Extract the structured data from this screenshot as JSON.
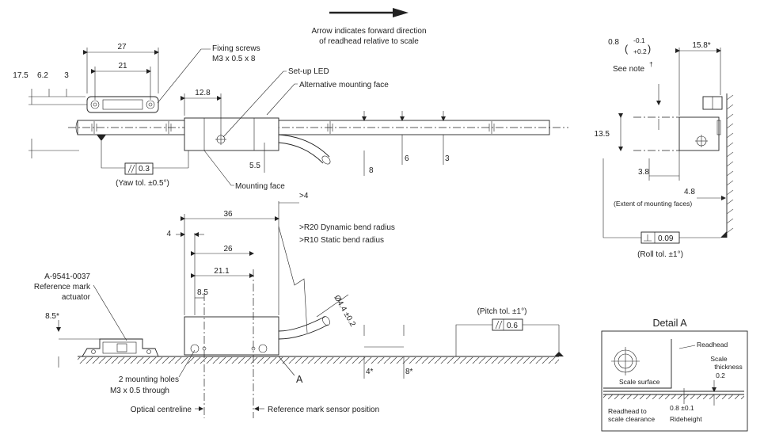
{
  "arrow_note": [
    "Arrow indicates forward direction",
    "of readhead relative to scale"
  ],
  "dims_top": {
    "d27": "27",
    "d21": "21",
    "d17_5": "17.5",
    "d6_2": "6.2",
    "d3": "3",
    "d12_8": "12.8",
    "d5_5": "5.5",
    "d8": "8",
    "d6": "6",
    "d3b": "3",
    "d13_5": "13.5"
  },
  "labels_top": {
    "fixing_screws": [
      "Fixing screws",
      "M3 x 0.5 x 8"
    ],
    "setup_led": "Set-up LED",
    "alt_face": "Alternative mounting face",
    "mounting_face": "Mounting face",
    "yaw_tol_value": "0.3",
    "yaw_tol": "(Yaw tol. ±0.5°)"
  },
  "side_view": {
    "d0_8": "0.8",
    "tol_minus": "-0.1",
    "tol_plus": "+0.2",
    "see_note": "See note",
    "dagger": "†",
    "d15_8": "15.8*",
    "d3_8": "3.8",
    "d4_8": "4.8",
    "extent": "(Extent of mounting faces)",
    "roll_value": "0.09",
    "roll_tol": "(Roll tol. ±1°)"
  },
  "dims_bottom": {
    "d36": "36",
    "gt4": ">4",
    "d4": "4",
    "d26": "26",
    "d21_1": "21.1",
    "d8_5": "8.5",
    "d8_5s": "8.5*",
    "dia": "Ø4.4 ±0.2",
    "d4s": "4*",
    "d8s": "8*"
  },
  "labels_bottom": {
    "r20": ">R20 Dynamic bend radius",
    "r10": ">R10 Static bend radius",
    "actuator": [
      "A-9541-0037",
      "Reference mark",
      "actuator"
    ],
    "holes": [
      "2 mounting holes",
      "M3 x 0.5 through"
    ],
    "optical": "Optical centreline",
    "ref_sensor": "Reference mark sensor position",
    "a_mark": "A",
    "pitch_tol": "(Pitch tol. ±1°)",
    "pitch_value": "0.6"
  },
  "detail": {
    "title": "Detail A",
    "readhead": "Readhead",
    "scale_surface": "Scale surface",
    "scale_thickness": [
      "Scale",
      "thickness",
      "0.2"
    ],
    "clearance": [
      "Readhead to",
      "scale clearance"
    ],
    "rideheight_value": "0.8 ±0.1",
    "rideheight": "Rideheight"
  }
}
